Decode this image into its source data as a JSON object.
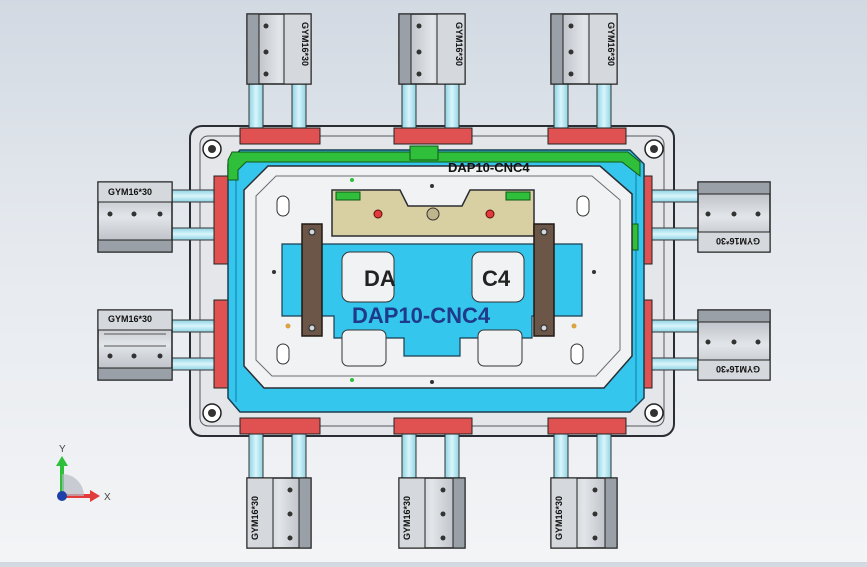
{
  "colors": {
    "background_top": "#d2d9e2",
    "background_bottom": "#f3f4f6",
    "plate": "#e4e6ea",
    "plate_edge": "#2a2d33",
    "cavity_cyan": "#35c6ee",
    "seal_green": "#2fbf3a",
    "clamp_khaki": "#d8cfa3",
    "clamp_brown": "#6b5648",
    "rail_red": "#e05252",
    "rod_cyan": "#aee6f2",
    "cylinder_body": "#c4c8ce",
    "cylinder_dark": "#7d838b"
  },
  "part": {
    "label_top": "DAP10-CNC4",
    "label_center": "DAP10-CNC4",
    "ghost_left": "DA",
    "ghost_right": "C4"
  },
  "cylinders": {
    "top_1": "GYM16*30",
    "top_2": "GYM16*30",
    "top_3": "GYM16*30",
    "bottom_1": "GYM16*30",
    "bottom_2": "GYM16*30",
    "bottom_3": "GYM16*30",
    "left_1": "GYM16*30",
    "left_2": "GYM16*30",
    "right_1": "GYM16*30",
    "right_2": "GYM16*30"
  },
  "triad": {
    "y_label": "Y",
    "x_label": "X"
  }
}
